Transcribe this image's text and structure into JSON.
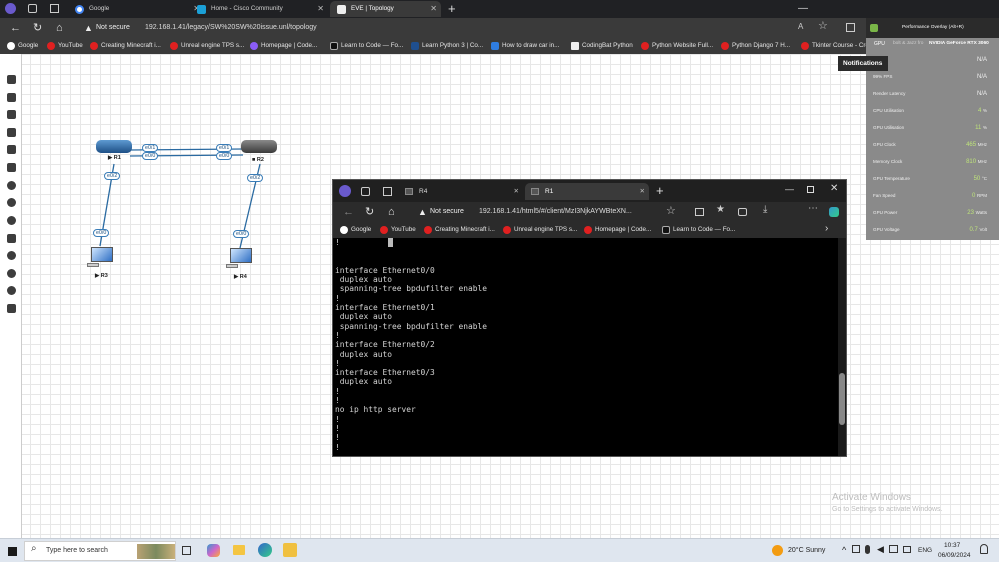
{
  "tabs": [
    {
      "title": "Google",
      "active": false
    },
    {
      "title": "Home - Cisco Community",
      "active": false
    },
    {
      "title": "EVE | Topology",
      "active": true
    }
  ],
  "address": {
    "security": "Not secure",
    "url": "192.168.1.41/legacy/SW%20SW%20issue.unl/topology"
  },
  "bookmarks": [
    "Google",
    "YouTube",
    "Creating Minecraft i...",
    "Unreal engine TPS s...",
    "Homepage | Code...",
    "Learn to Code — Fo...",
    "Learn Python 3 | Co...",
    "How to draw car in...",
    "CodingBat Python",
    "Python Website Full...",
    "Python Django 7 H...",
    "Tkinter Course - Cre..."
  ],
  "overlay": {
    "title": "Performance Overlay (Alt+R)",
    "gpu_label": "GPU",
    "gpu_name": "NVIDIA GeForce RTX 3060",
    "hidden_text": "bolt & Jazz fro",
    "notifications": "Notifications",
    "rows": [
      {
        "label": "FPS",
        "value": "N/A"
      },
      {
        "label": "99% FPS",
        "value": "N/A"
      },
      {
        "label": "Render Latency",
        "value": "N/A"
      },
      {
        "label": "CPU Utilisation",
        "value": "4",
        "unit": "%"
      },
      {
        "label": "GPU Utilisation",
        "value": "11",
        "unit": "%"
      },
      {
        "label": "GPU Clock",
        "value": "465",
        "unit": "MHz"
      },
      {
        "label": "Memory Clock",
        "value": "810",
        "unit": "MHz"
      },
      {
        "label": "GPU Temperature",
        "value": "50",
        "unit": "°C"
      },
      {
        "label": "Fan Speed",
        "value": "0",
        "unit": "RPM"
      },
      {
        "label": "GPU Power",
        "value": "23",
        "unit": "Watts"
      },
      {
        "label": "GPU Voltage",
        "value": "0.7",
        "unit": "Volt"
      }
    ]
  },
  "topology": {
    "nodes": [
      {
        "name": "R1",
        "marker": "▶"
      },
      {
        "name": "R2",
        "marker": "■"
      },
      {
        "name": "R3",
        "marker": "▶"
      },
      {
        "name": "R4",
        "marker": "▶"
      }
    ],
    "interfaces": {
      "r1_top": "e0/1",
      "r1_bot": "e0/0",
      "r2_top": "e0/1",
      "r2_bot": "e0/0",
      "r1_down": "e0/2",
      "r2_down": "e0/2",
      "r3_up": "e0/0",
      "r4_up": "e0/0"
    }
  },
  "terminal": {
    "tabs": [
      "R4",
      "R1"
    ],
    "security": "Not secure",
    "url": "192.168.1.41/html5/#/client/MzI3NjkAYWBteXN...",
    "bookmarks": [
      "Google",
      "YouTube",
      "Creating Minecraft i...",
      "Unreal engine TPS s...",
      "Homepage | Code...",
      "Learn to Code — Fo..."
    ],
    "lines": [
      "!",
      "",
      "",
      "interface Ethernet0/0",
      " duplex auto",
      " spanning-tree bpdufilter enable",
      "!",
      "interface Ethernet0/1",
      " duplex auto",
      " spanning-tree bpdufilter enable",
      "!",
      "interface Ethernet0/2",
      " duplex auto",
      "!",
      "interface Ethernet0/3",
      " duplex auto",
      "!",
      "!",
      "no ip http server",
      "!",
      "!",
      "!",
      "!"
    ]
  },
  "watermark": {
    "title": "Activate Windows",
    "subtitle": "Go to Settings to activate Windows."
  },
  "taskbar": {
    "search": "Type here to search",
    "weather": "20°C  Sunny",
    "lang": "ENG",
    "time": "10:37",
    "date": "06/09/2024"
  }
}
